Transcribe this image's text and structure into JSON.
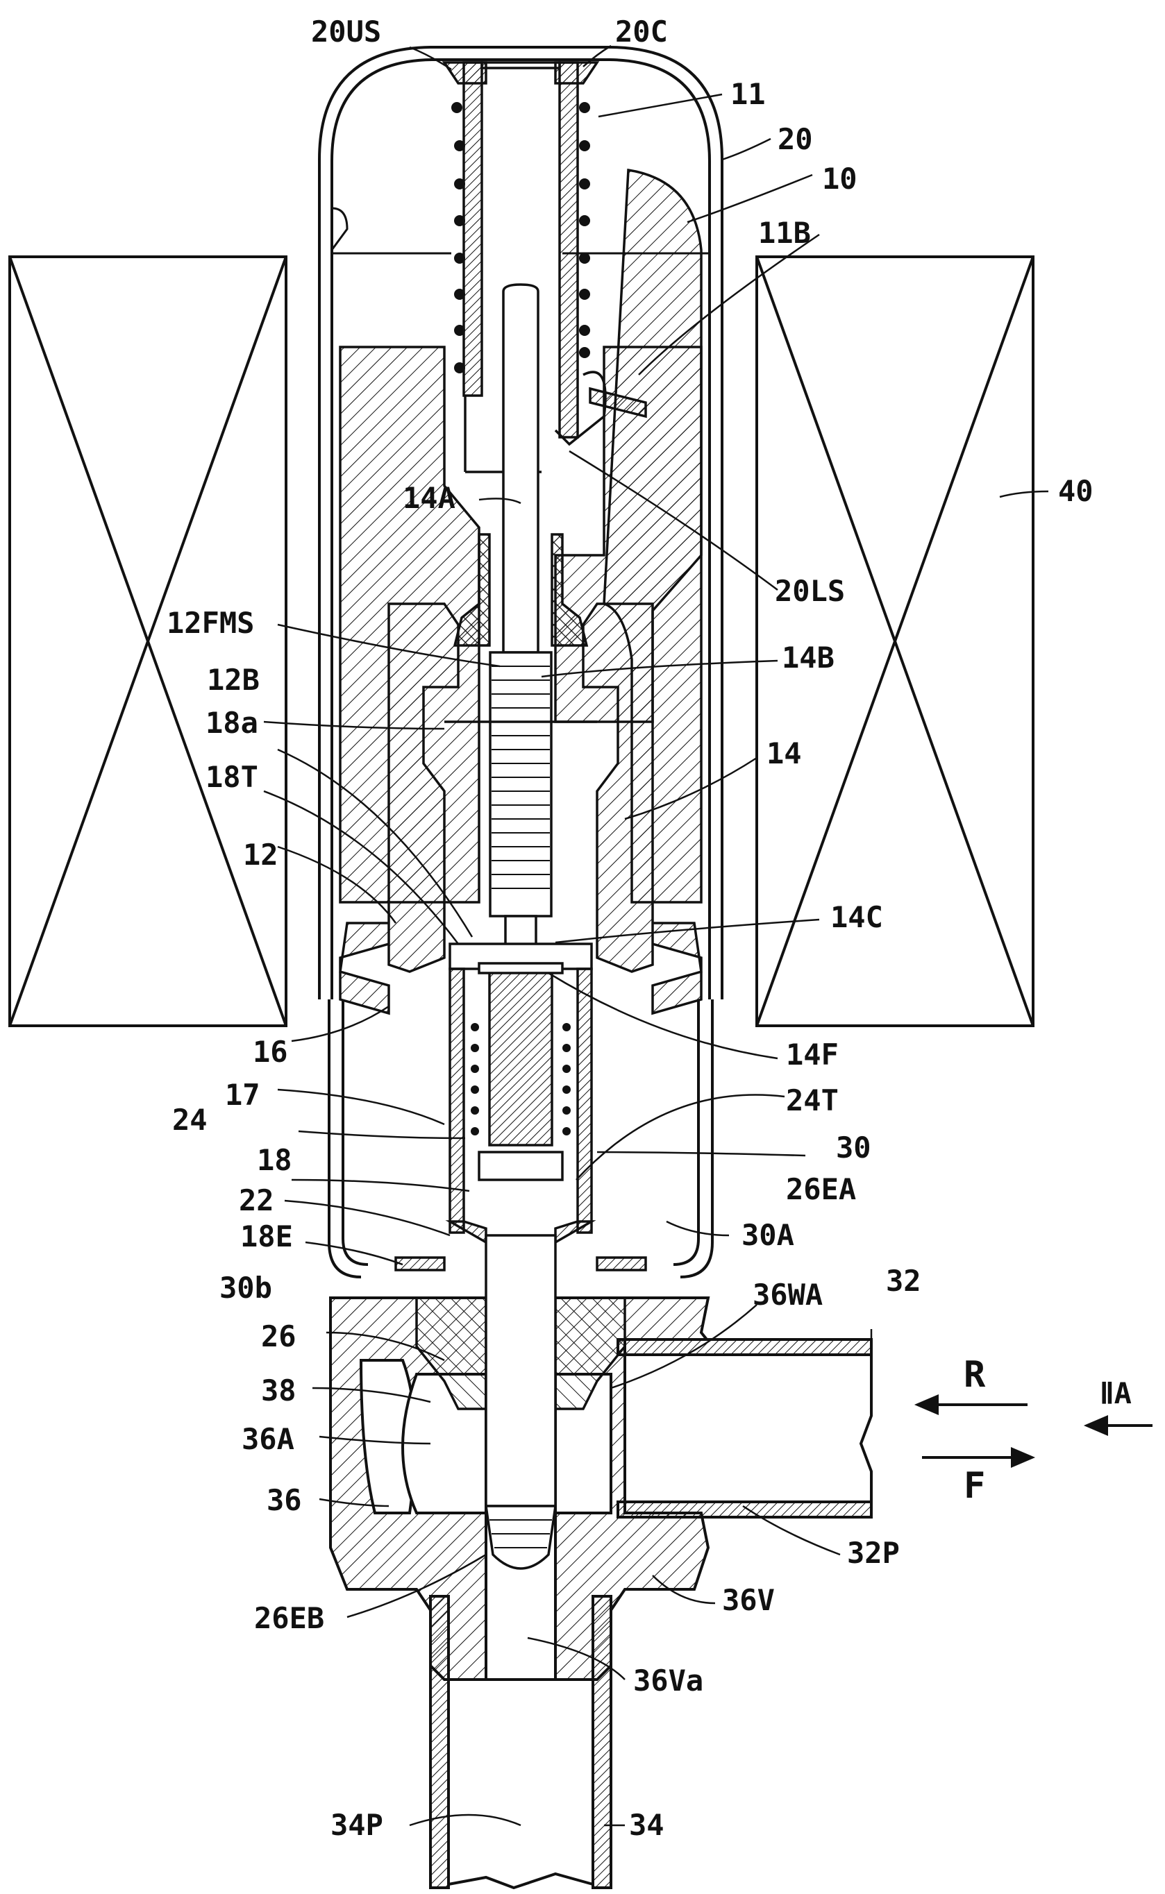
{
  "figure": {
    "labels": {
      "l_20US": "20US",
      "l_20C": "20C",
      "l_11": "11",
      "l_20": "20",
      "l_10": "10",
      "l_11B": "11B",
      "l_14A": "14A",
      "l_40": "40",
      "l_20LS": "20LS",
      "l_12FMS": "12FMS",
      "l_14B": "14B",
      "l_12B": "12B",
      "l_18a": "18a",
      "l_14": "14",
      "l_18T": "18T",
      "l_12": "12",
      "l_14C": "14C",
      "l_16": "16",
      "l_14F": "14F",
      "l_17": "17",
      "l_24": "24",
      "l_24T": "24T",
      "l_30": "30",
      "l_18": "18",
      "l_26EA": "26EA",
      "l_22": "22",
      "l_18E": "18E",
      "l_30A": "30A",
      "l_32": "32",
      "l_30b": "30b",
      "l_36WA": "36WA",
      "l_26": "26",
      "l_R": "R",
      "l_IIA": "ⅡA",
      "l_38": "38",
      "l_36A": "36A",
      "l_F": "F",
      "l_36": "36",
      "l_32P": "32P",
      "l_36V": "36V",
      "l_26EB": "26EB",
      "l_36Va": "36Va",
      "l_34P": "34P",
      "l_34": "34"
    },
    "colors": {
      "line": "#111111",
      "background": "#ffffff"
    }
  }
}
